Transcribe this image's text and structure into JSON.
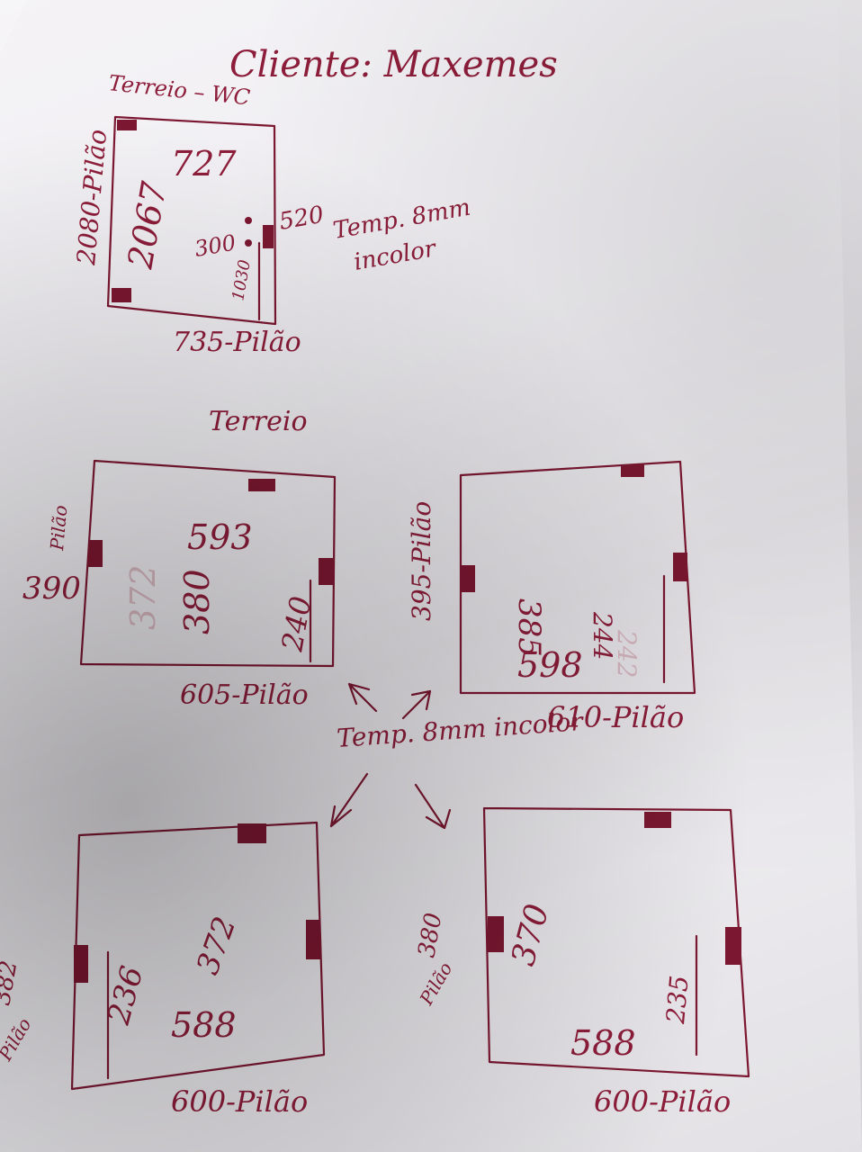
{
  "header": {
    "client": "Cliente: Maxemes"
  },
  "plan_wc": {
    "title": "Terreio – WC",
    "width_top": "727",
    "height_inner": "2067",
    "left_side": "2080-Pilão",
    "bottom_side": "735-Pilão",
    "dim_300": "300",
    "dim_1030": "1030",
    "dim_520": "520",
    "glass_note_1": "Temp. 8mm",
    "glass_note_2": "incolor"
  },
  "section_title": "Terreio",
  "plan_a": {
    "top_inner": "593",
    "height_inner": "380",
    "faint": "372",
    "left_side": "390",
    "left_side_pilao": "Pilão",
    "right_inner": "240",
    "bottom_side": "605-Pilão"
  },
  "plan_b": {
    "width_inner": "598",
    "height_inner": "385",
    "left_side": "395-Pilão",
    "right_inner": "244",
    "faint": "242",
    "bottom_side": "610-Pilão"
  },
  "center_note": "Temp. 8mm incolor",
  "plan_c": {
    "width_inner": "588",
    "height_inner": "372",
    "left_inner": "236",
    "left_side": "382",
    "left_side_pilao": "Pilão",
    "bottom_side": "600-Pilão"
  },
  "plan_d": {
    "width_inner": "588",
    "height_inner": "370",
    "right_inner": "235",
    "left_side": "380",
    "left_side_pilao": "Pilão",
    "bottom_side": "600-Pilão"
  }
}
